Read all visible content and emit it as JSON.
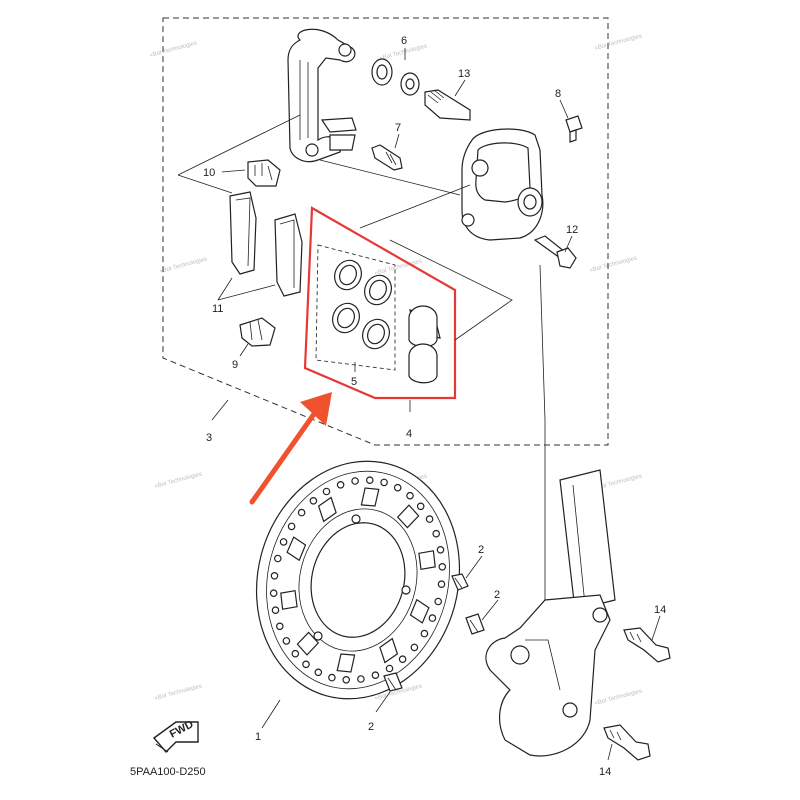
{
  "diagram_code": "5PAA100-D250",
  "fwd_label": "FWD",
  "watermark": "«Bot Technologies",
  "labels": {
    "p1": "1",
    "p2": "2",
    "p3": "3",
    "p4": "4",
    "p5": "5",
    "p6": "6",
    "p7": "7",
    "p8": "8",
    "p9": "9",
    "p10": "10",
    "p11": "11",
    "p12": "12",
    "p13": "13",
    "p14": "14"
  },
  "colors": {
    "highlight_box": "#e53935",
    "arrow": "#f0522e",
    "line": "#222222",
    "watermark": "#bdbdbd"
  },
  "highlighted_parts": [
    "4",
    "5"
  ]
}
